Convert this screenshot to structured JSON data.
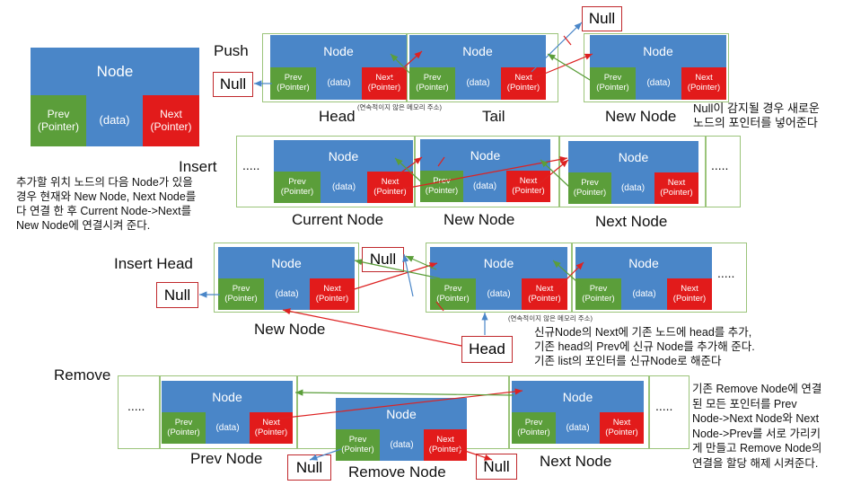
{
  "cell_labels": {
    "node": "Node",
    "prev": "Prev\n(Pointer)",
    "data": "(data)",
    "next": "Next\n(Pointer)"
  },
  "legend": {
    "node": "Node",
    "prev": "Prev\n(Pointer)",
    "data": "(data)",
    "next": "Next\n(Pointer)"
  },
  "sections": {
    "push": "Push",
    "insert": "Insert",
    "insert_head": "Insert Head",
    "remove": "Remove"
  },
  "nulls": {
    "null": "Null"
  },
  "labels": {
    "head": "Head",
    "tail": "Tail",
    "new_node": "New Node",
    "current_node": "Current Node",
    "next_node": "Next Node",
    "prev_node": "Prev Node",
    "remove_node": "Remove Node",
    "head_box": "Head",
    "dots": "....."
  },
  "notes": {
    "non_contiguous": "(연속적이지 않은 메모리 주소)",
    "push_desc": "Null이 감지될 경우 새로운\n노드의 포인터를 넣어준다",
    "insert_desc": "추가할 위치 노드의 다음 Node가 있을\n경우 현재와 New Node, Next Node를\n다 연결 한 후 Current Node->Next를\nNew Node에 연결시켜 준다.",
    "insert_head_desc": "신규Node의 Next에 기존 노드에 head를 추가,\n기존 head의 Prev에 신규 Node를 추가해 준다.\n기존 list의 포인터를 신규Node로 해준다",
    "remove_desc": "기존 Remove Node에 연결\n된 모든 포인터를 Prev\nNode->Next Node와 Next\nNode->Prev를 서로 가리키\n게 만들고 Remove Node의\n연결을 할당 해제 시켜준다."
  },
  "colors": {
    "node": "#4a86c8",
    "prev": "#5b9e3a",
    "next": "#e21b1b",
    "border": "#c0282c",
    "container": "#9bc47a"
  }
}
